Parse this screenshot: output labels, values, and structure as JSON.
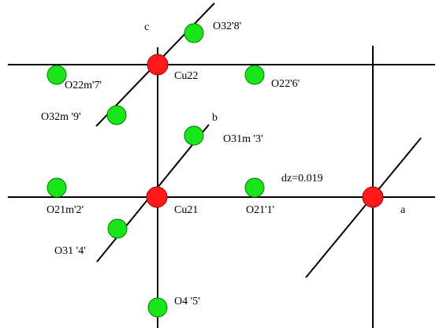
{
  "colors": {
    "background": "#ffffff",
    "line": "#000000",
    "cu_atom": "#ff1a1a",
    "cu_outline": "#990000",
    "o_atom": "#19e619",
    "o_outline": "#007a00"
  },
  "axes": {
    "c": "c",
    "b": "b",
    "a": "a"
  },
  "atoms": {
    "cu22": "Cu22",
    "cu21": "Cu21",
    "o32_8": "O32'8'",
    "o22m_7": "O22m'7'",
    "o22_6": "O22'6'",
    "o32m_9": "O32m '9'",
    "o31m_3": "O31m '3'",
    "o21m_2": "O21m'2'",
    "o21_1": "O21'1'",
    "o31_4": "O31 '4'",
    "o4_5": "O4 '5'"
  },
  "annotation": {
    "dz": "dz=0.019"
  }
}
